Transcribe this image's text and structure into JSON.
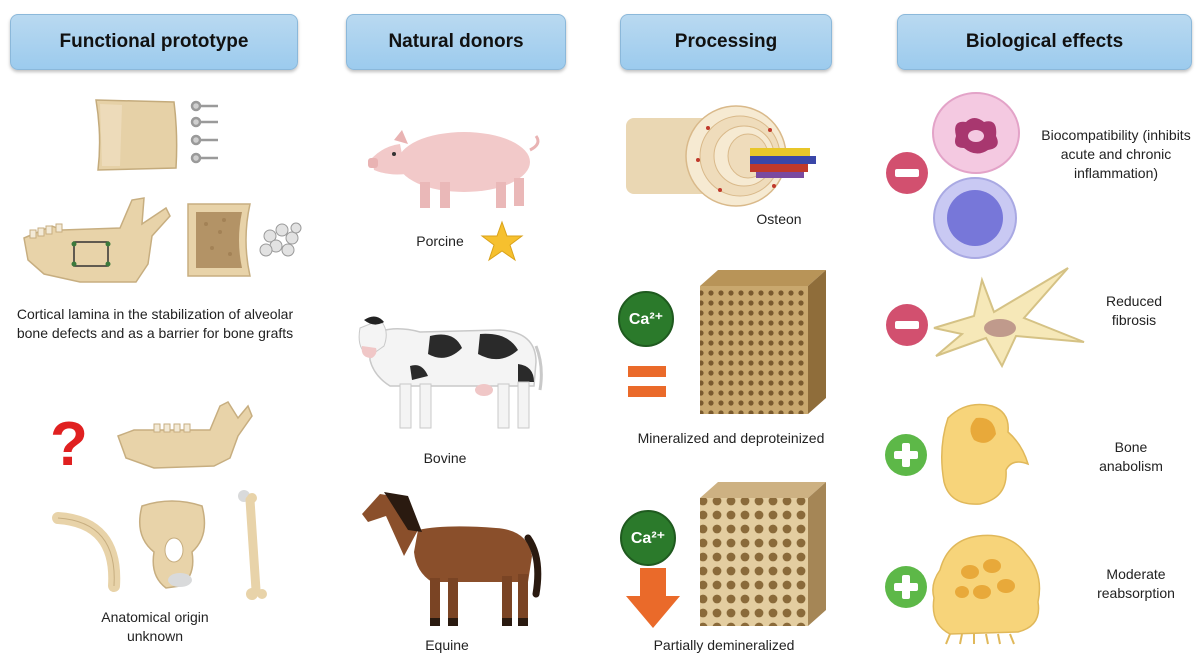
{
  "headers": {
    "functional_prototype": "Functional prototype",
    "natural_donors": "Natural donors",
    "processing": "Processing",
    "biological_effects": "Biological effects"
  },
  "functional": {
    "cortical_lamina": "Cortical lamina in the stabilization of alveolar bone defects and as a barrier for bone grafts",
    "anatomical_origin": "Anatomical origin unknown",
    "question_mark": "?"
  },
  "donors": {
    "porcine": "Porcine",
    "bovine": "Bovine",
    "equine": "Equine"
  },
  "processing": {
    "osteon": "Osteon",
    "ion": "Ca²⁺",
    "mineralized": "Mineralized and deproteinized",
    "partially": "Partially demineralized"
  },
  "effects": {
    "biocompatibility": "Biocompatibility (inhibits acute and chronic inflammation)",
    "reduced_fibrosis": "Reduced fibrosis",
    "bone_anabolism": "Bone anabolism",
    "moderate_reabsorption": "Moderate reabsorption"
  },
  "colors": {
    "header_bg": "#9ccbee",
    "minus": "#d2506f",
    "plus": "#5db848",
    "calcium": "#2b7a2b",
    "arrow": "#ea6a2a"
  }
}
